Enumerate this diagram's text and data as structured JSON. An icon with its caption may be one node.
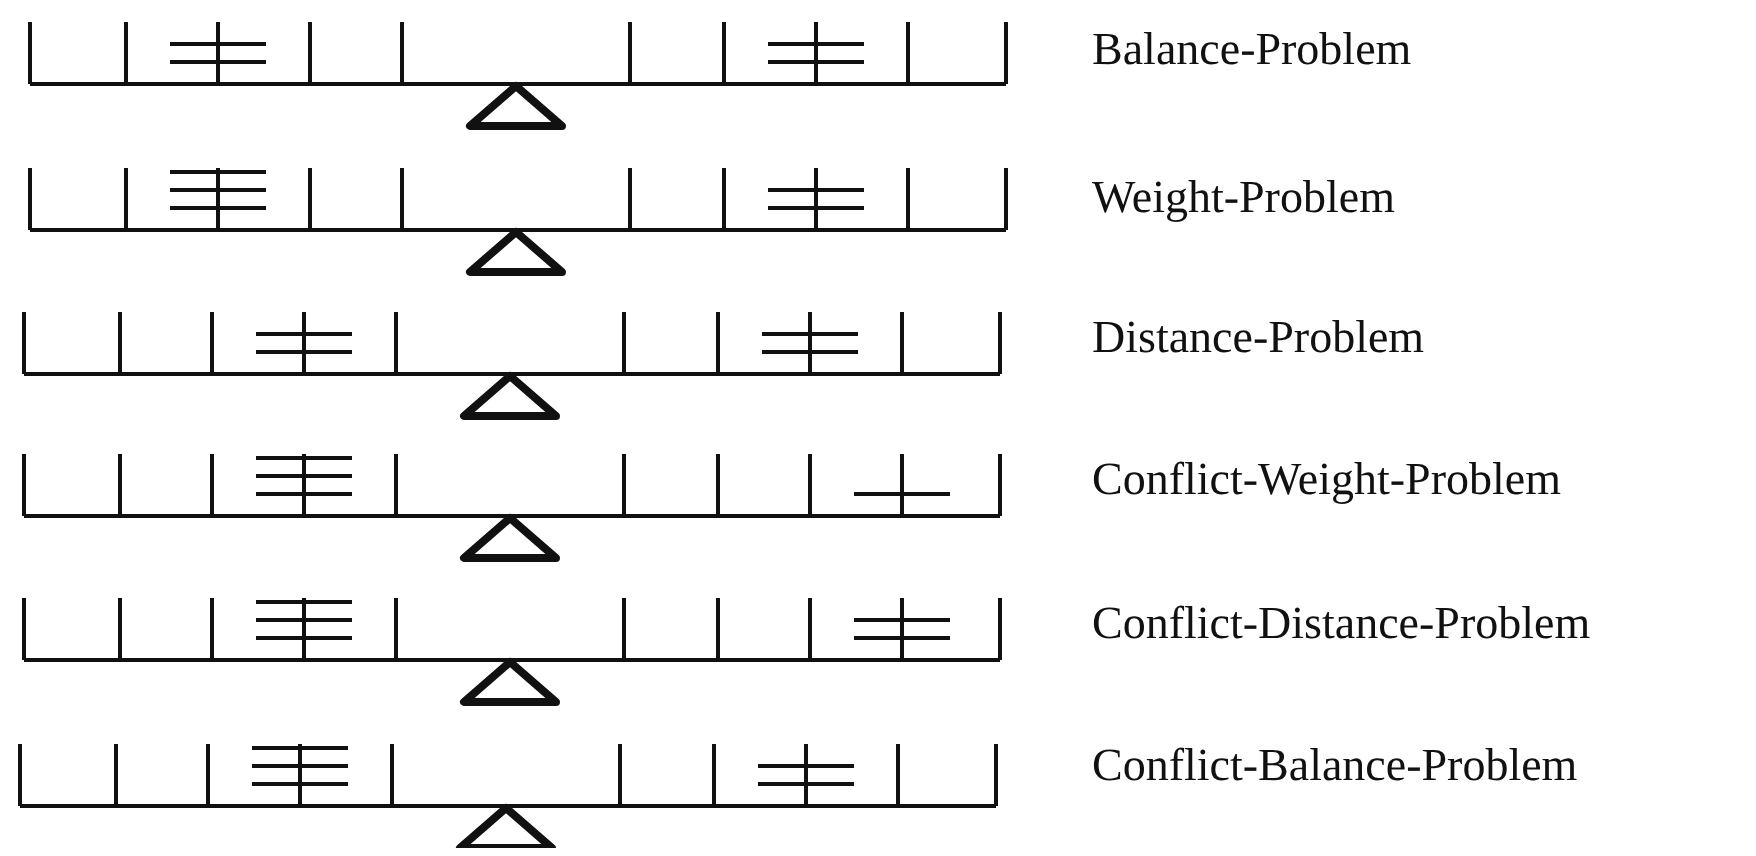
{
  "diagram": {
    "labels": [
      "Balance-Problem",
      "Weight-Problem",
      "Distance-Problem",
      "Conflict-Weight-Problem",
      "Conflict-Distance-Problem",
      "Conflict-Balance-Problem"
    ]
  }
}
